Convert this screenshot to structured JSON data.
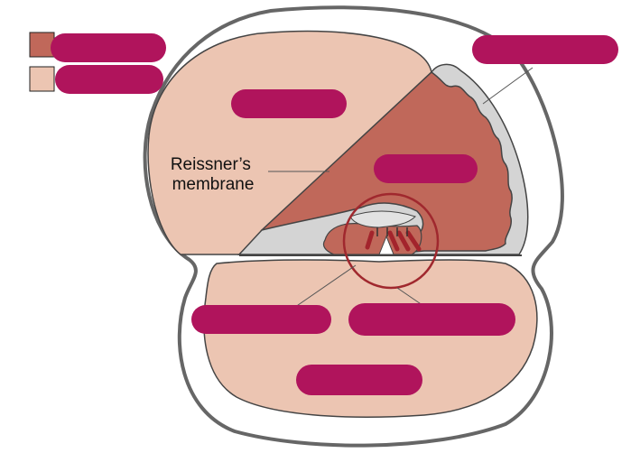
{
  "diagram": {
    "labels": {
      "reissners_line1": "Reissner’s",
      "reissners_line2": "membrane"
    },
    "colors": {
      "endolymph": "#c0685a",
      "perilymph": "#ecc5b2",
      "outline": "#666666",
      "stria": "#d4d4d4",
      "hair_cell": "#a3242c",
      "label_mask": "#b0145c",
      "zoom_circle": "#a0282e"
    },
    "legend": {
      "items": [
        {
          "swatch": "endolymph-swatch",
          "label": ""
        },
        {
          "swatch": "perilymph-swatch",
          "label": ""
        }
      ]
    }
  }
}
